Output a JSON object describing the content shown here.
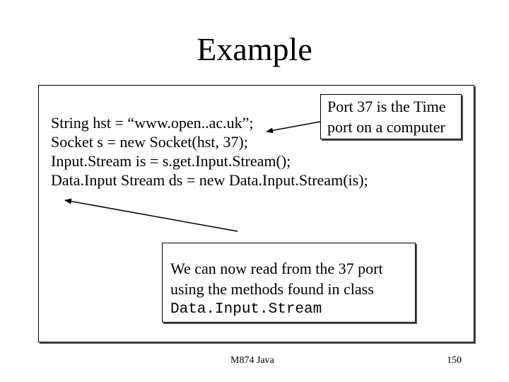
{
  "slide": {
    "title": "Example"
  },
  "code": {
    "lines": [
      "String hst = “www.open..ac.uk”;",
      "Socket s = new Socket(hst, 37);",
      "Input.Stream is = s.get.Input.Stream();",
      "Data.Input Stream ds = new Data.Input.Stream(is);"
    ]
  },
  "callouts": {
    "port": {
      "line1": "Port 37 is the Time",
      "line2": "port on a computer"
    },
    "read": {
      "line1": "We can now read from the 37 port",
      "line2": "using the methods found in class",
      "line3": "Data.Input.Stream"
    }
  },
  "footer": {
    "course": "M874 Java",
    "page_number": "150"
  },
  "colors": {
    "text": "#000000",
    "background": "#ffffff",
    "shadow": "#555555"
  }
}
